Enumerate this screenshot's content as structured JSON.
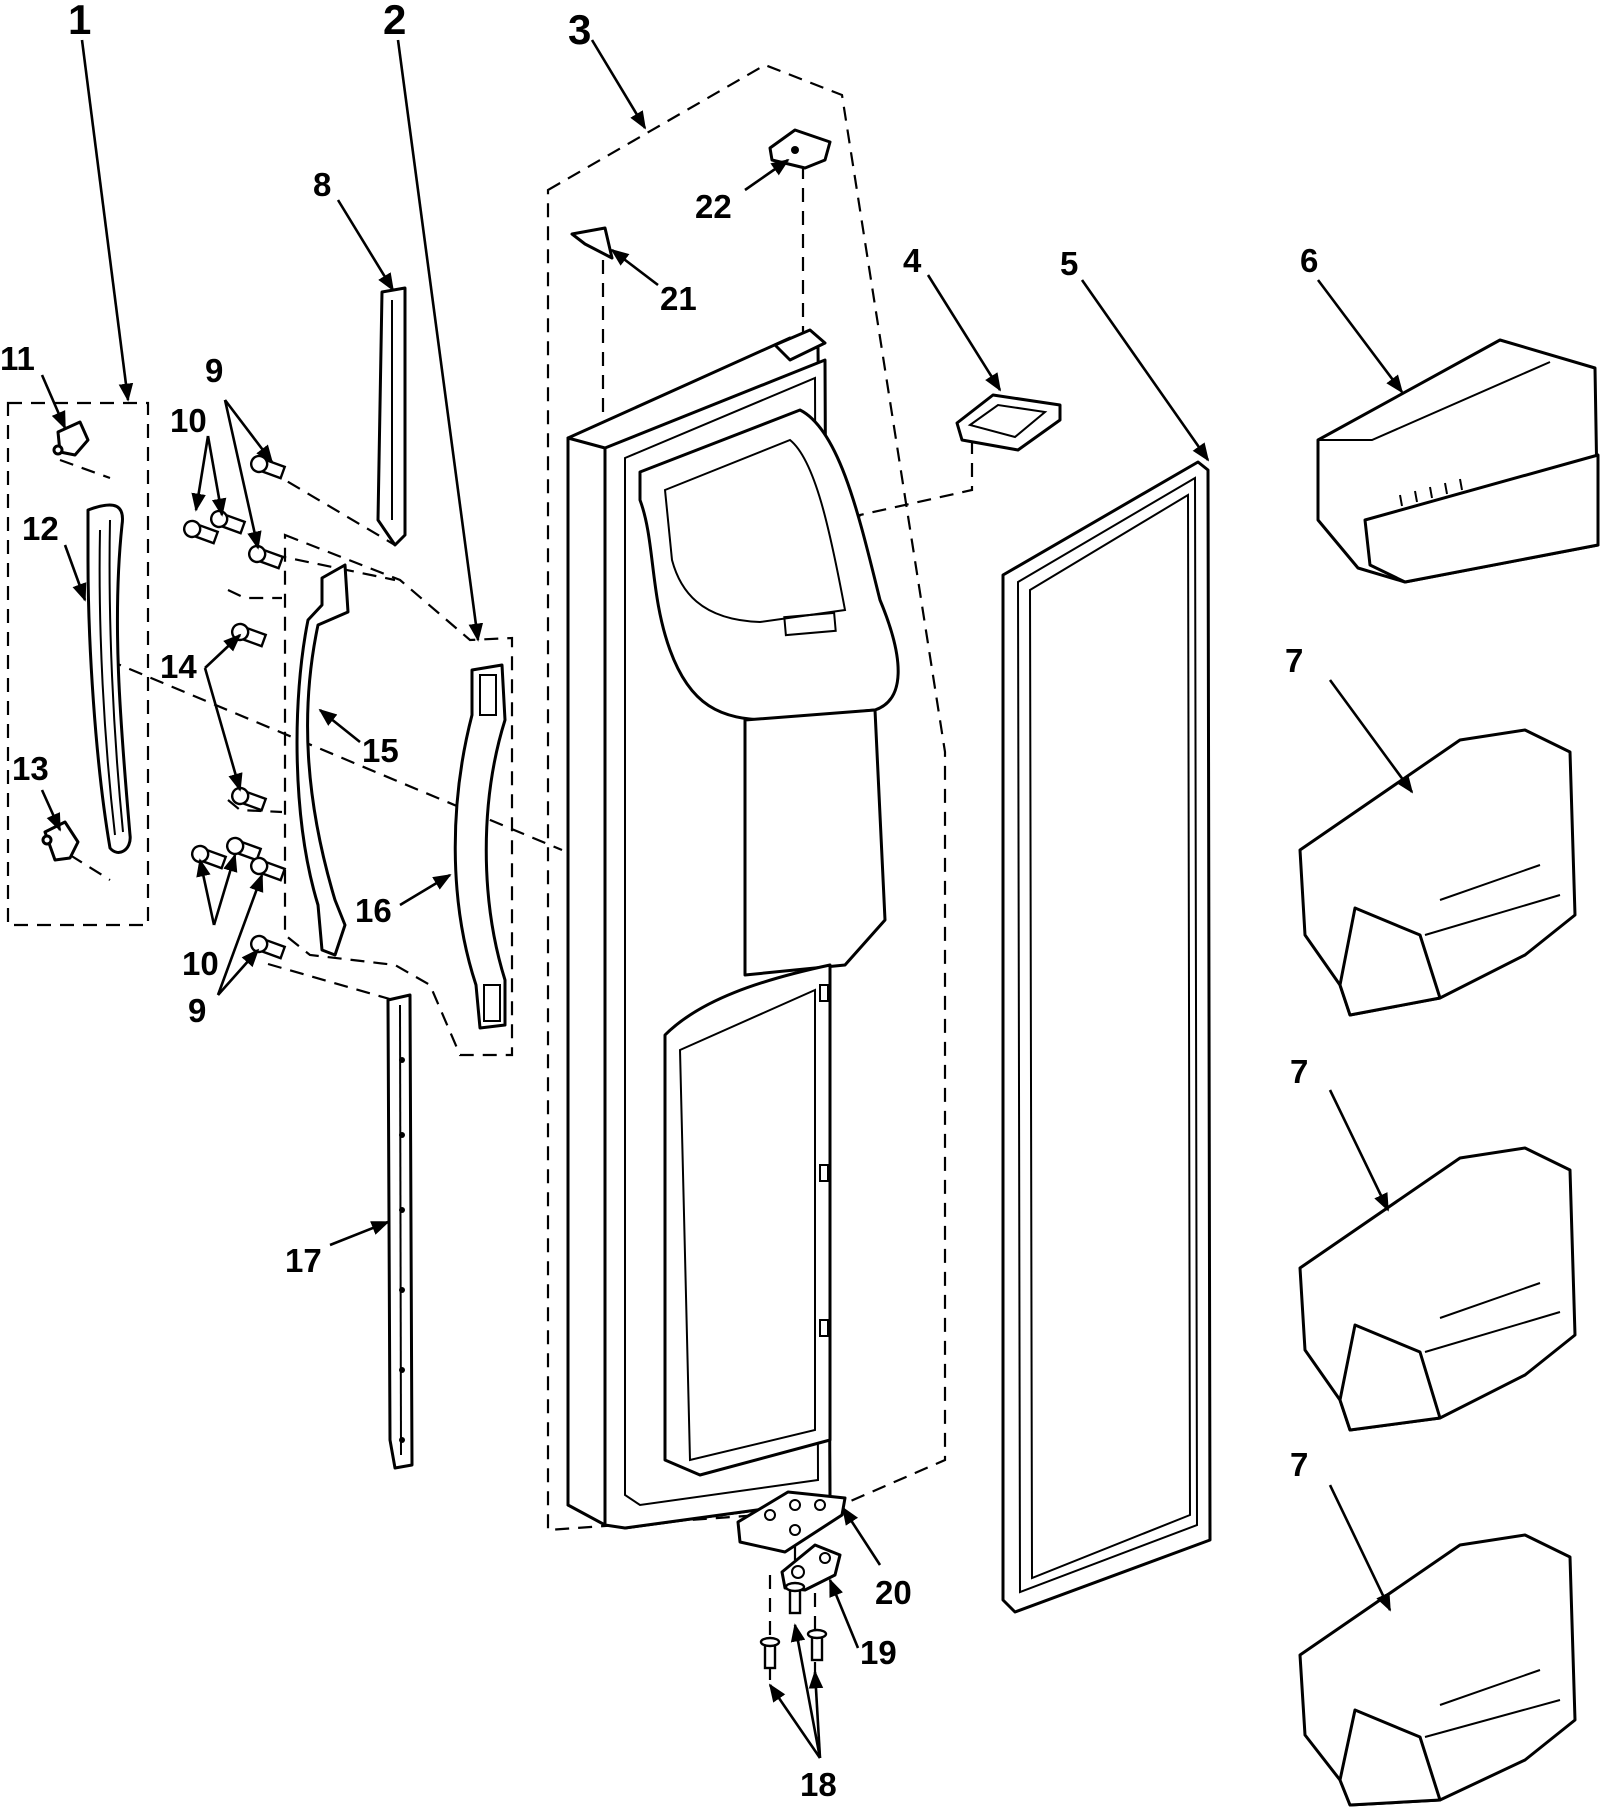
{
  "callouts": [
    {
      "id": "c1",
      "text": "1"
    },
    {
      "id": "c2",
      "text": "2"
    },
    {
      "id": "c3",
      "text": "3"
    },
    {
      "id": "c4",
      "text": "4"
    },
    {
      "id": "c5",
      "text": "5"
    },
    {
      "id": "c6",
      "text": "6"
    },
    {
      "id": "c7a",
      "text": "7"
    },
    {
      "id": "c7b",
      "text": "7"
    },
    {
      "id": "c7c",
      "text": "7"
    },
    {
      "id": "c8",
      "text": "8"
    },
    {
      "id": "c9a",
      "text": "9"
    },
    {
      "id": "c9b",
      "text": "9"
    },
    {
      "id": "c10a",
      "text": "10"
    },
    {
      "id": "c10b",
      "text": "10"
    },
    {
      "id": "c11",
      "text": "11"
    },
    {
      "id": "c12",
      "text": "12"
    },
    {
      "id": "c13",
      "text": "13"
    },
    {
      "id": "c14",
      "text": "14"
    },
    {
      "id": "c15",
      "text": "15"
    },
    {
      "id": "c16",
      "text": "16"
    },
    {
      "id": "c17",
      "text": "17"
    },
    {
      "id": "c18",
      "text": "18"
    },
    {
      "id": "c19",
      "text": "19"
    },
    {
      "id": "c20",
      "text": "20"
    },
    {
      "id": "c21",
      "text": "21"
    },
    {
      "id": "c22",
      "text": "22"
    }
  ]
}
